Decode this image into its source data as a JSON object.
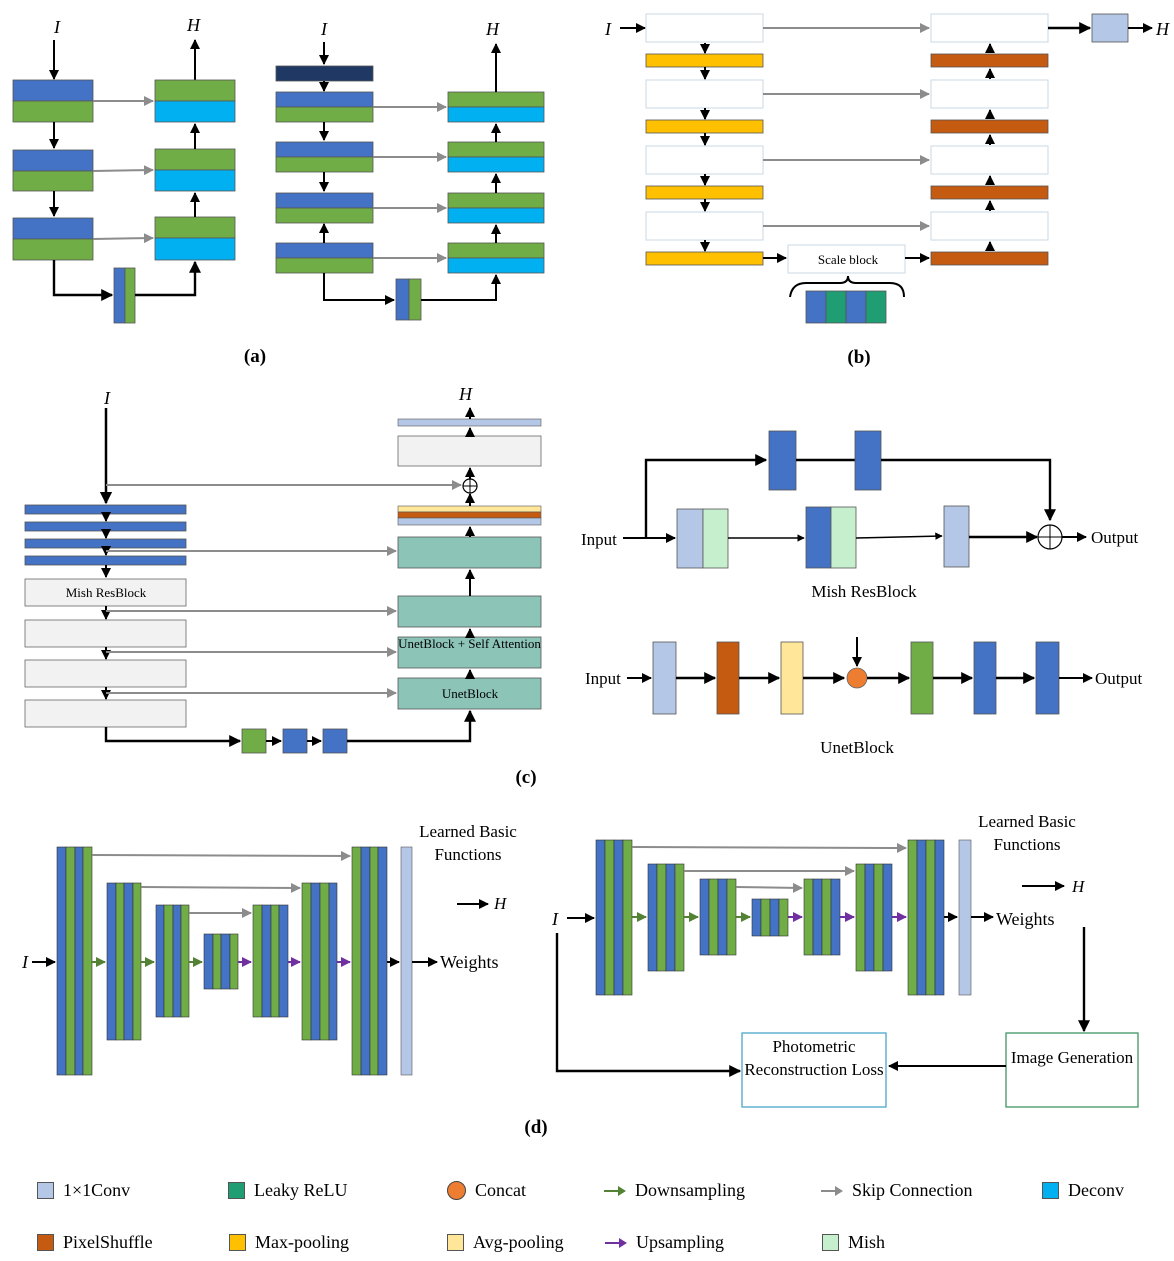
{
  "colors": {
    "blue": "#4472c4",
    "green": "#70ad47",
    "navy": "#1f3864",
    "cyan": "#00b0f0",
    "orange_bar": "#ffc000",
    "rust": "#c55a11",
    "light_blue": "#b4c7e7",
    "mint": "#c6efce",
    "teal_dark": "#1f9e74",
    "teal_block": "#8cc4b8",
    "gray_fill": "#f2f2f2",
    "gray_arrow": "#8c8c8c",
    "purple": "#7030a0",
    "concat": "#ed7d31",
    "avg": "#ffe699"
  },
  "panels": {
    "a": {
      "caption": "(a)",
      "input": "I",
      "output": "H"
    },
    "b": {
      "caption": "(b)",
      "input": "I",
      "output": "H",
      "scale_block": "Scale block"
    },
    "c": {
      "caption": "(c)",
      "input": "I",
      "output": "H",
      "mish_block_label": "Mish ResBlock",
      "unet_attn_label": "UnetBlock + Self Attention",
      "unet_label": "UnetBlock",
      "mish_detail": {
        "input": "Input",
        "output": "Output",
        "title": "Mish ResBlock"
      },
      "unet_detail": {
        "input": "Input",
        "output": "Output",
        "title": "UnetBlock"
      }
    },
    "d": {
      "caption": "(d)",
      "left": {
        "input": "I",
        "output": "H",
        "weights": "Weights",
        "basis": "Learned Basic Functions"
      },
      "right": {
        "input": "I",
        "output": "H",
        "weights": "Weights",
        "basis": "Learned Basic Functions",
        "photometric": "Photometric Reconstruction Loss",
        "image_gen": "Image Generation"
      }
    }
  },
  "legend": [
    {
      "label": "1×1Conv",
      "kind": "swatch",
      "color": "#b4c7e7"
    },
    {
      "label": "Leaky ReLU",
      "kind": "swatch",
      "color": "#1f9e74"
    },
    {
      "label": "Concat",
      "kind": "circle",
      "color": "#ed7d31"
    },
    {
      "label": "Downsampling",
      "kind": "arrow",
      "color": "#548235"
    },
    {
      "label": "Skip Connection",
      "kind": "arrow",
      "color": "#8c8c8c"
    },
    {
      "label": "Deconv",
      "kind": "swatch",
      "color": "#00b0f0"
    },
    {
      "label": "PixelShuffle",
      "kind": "swatch",
      "color": "#c55a11"
    },
    {
      "label": "Max-pooling",
      "kind": "swatch",
      "color": "#ffc000"
    },
    {
      "label": "Avg-pooling",
      "kind": "swatch",
      "color": "#ffe699"
    },
    {
      "label": "Upsampling",
      "kind": "arrow",
      "color": "#7030a0"
    },
    {
      "label": "Mish",
      "kind": "swatch",
      "color": "#c6efce"
    }
  ]
}
